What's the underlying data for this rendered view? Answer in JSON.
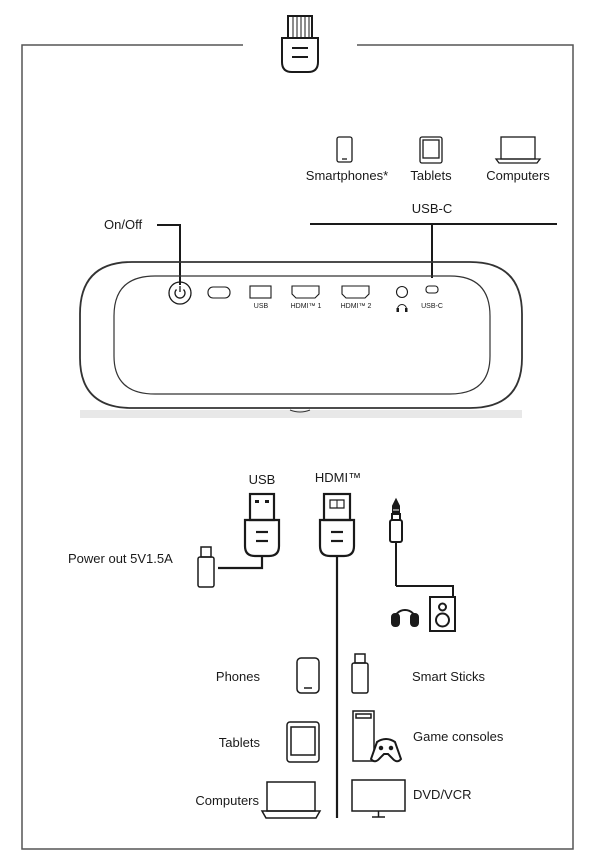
{
  "top_devices": {
    "smartphones": "Smartphones*",
    "tablets": "Tablets",
    "computers": "Computers"
  },
  "usb_c_label": "USB-C",
  "on_off_label": "On/Off",
  "ports": {
    "usb": "USB",
    "hdmi1": "HDMI™ 1",
    "hdmi2": "HDMI™ 2",
    "usbc": "USB-C"
  },
  "cables": {
    "usb": "USB",
    "hdmi": "HDMI™"
  },
  "power_out": "Power out 5V1.5A",
  "left_devices": {
    "phones": "Phones",
    "tablets": "Tablets",
    "computers": "Computers"
  },
  "right_devices": {
    "smart_sticks": "Smart Sticks",
    "game_consoles": "Game consoles",
    "dvd_vcr": "DVD/VCR"
  },
  "colors": {
    "line": "#1a1a1a",
    "frame": "#555555",
    "device": "#aaaaaa"
  }
}
